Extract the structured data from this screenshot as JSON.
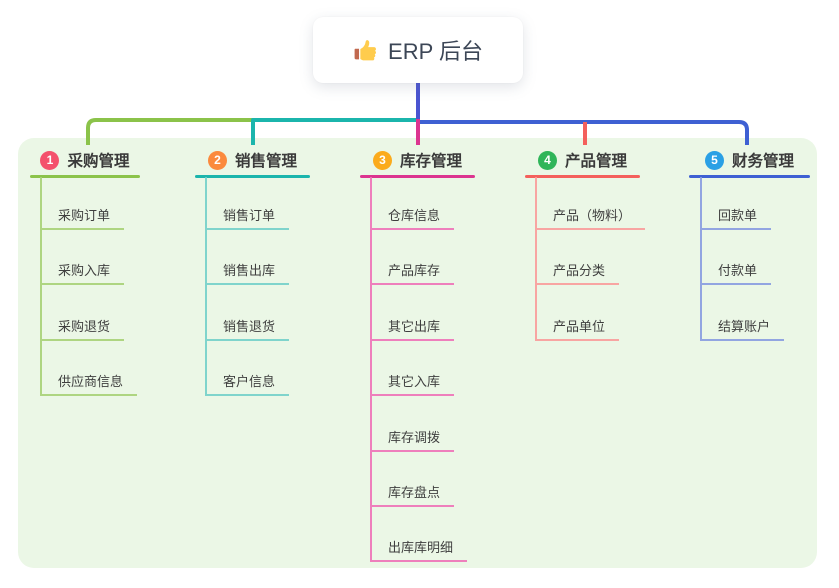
{
  "page": {
    "background": "#ffffff",
    "panel_background": "#ebf7e6"
  },
  "root": {
    "title": "ERP 后台",
    "icon": "thumbs-up-icon",
    "stem_color": "#4a54d1"
  },
  "branches": [
    {
      "badge": "1",
      "title": "采购管理",
      "badge_color": "#f4516c",
      "line_color": "#8bc34a",
      "child_line_color": "#aed581",
      "children": [
        "采购订单",
        "采购入库",
        "采购退货",
        "供应商信息"
      ]
    },
    {
      "badge": "2",
      "title": "销售管理",
      "badge_color": "#fb8a3d",
      "line_color": "#1bb5ac",
      "child_line_color": "#7fd4cc",
      "children": [
        "销售订单",
        "销售出库",
        "销售退货",
        "客户信息"
      ]
    },
    {
      "badge": "3",
      "title": "库存管理",
      "badge_color": "#fbab1c",
      "line_color": "#dc3590",
      "child_line_color": "#ee7fbc",
      "children": [
        "仓库信息",
        "产品库存",
        "其它出库",
        "其它入库",
        "库存调拨",
        "库存盘点",
        "出库库明细"
      ]
    },
    {
      "badge": "4",
      "title": "产品管理",
      "badge_color": "#2fb559",
      "line_color": "#f4605c",
      "child_line_color": "#f8a5a2",
      "children": [
        "产品（物料）",
        "产品分类",
        "产品单位"
      ]
    },
    {
      "badge": "5",
      "title": "财务管理",
      "badge_color": "#2aa0e5",
      "line_color": "#3e60d3",
      "child_line_color": "#92a5e1",
      "children": [
        "回款单",
        "付款单",
        "结算账户"
      ]
    }
  ]
}
